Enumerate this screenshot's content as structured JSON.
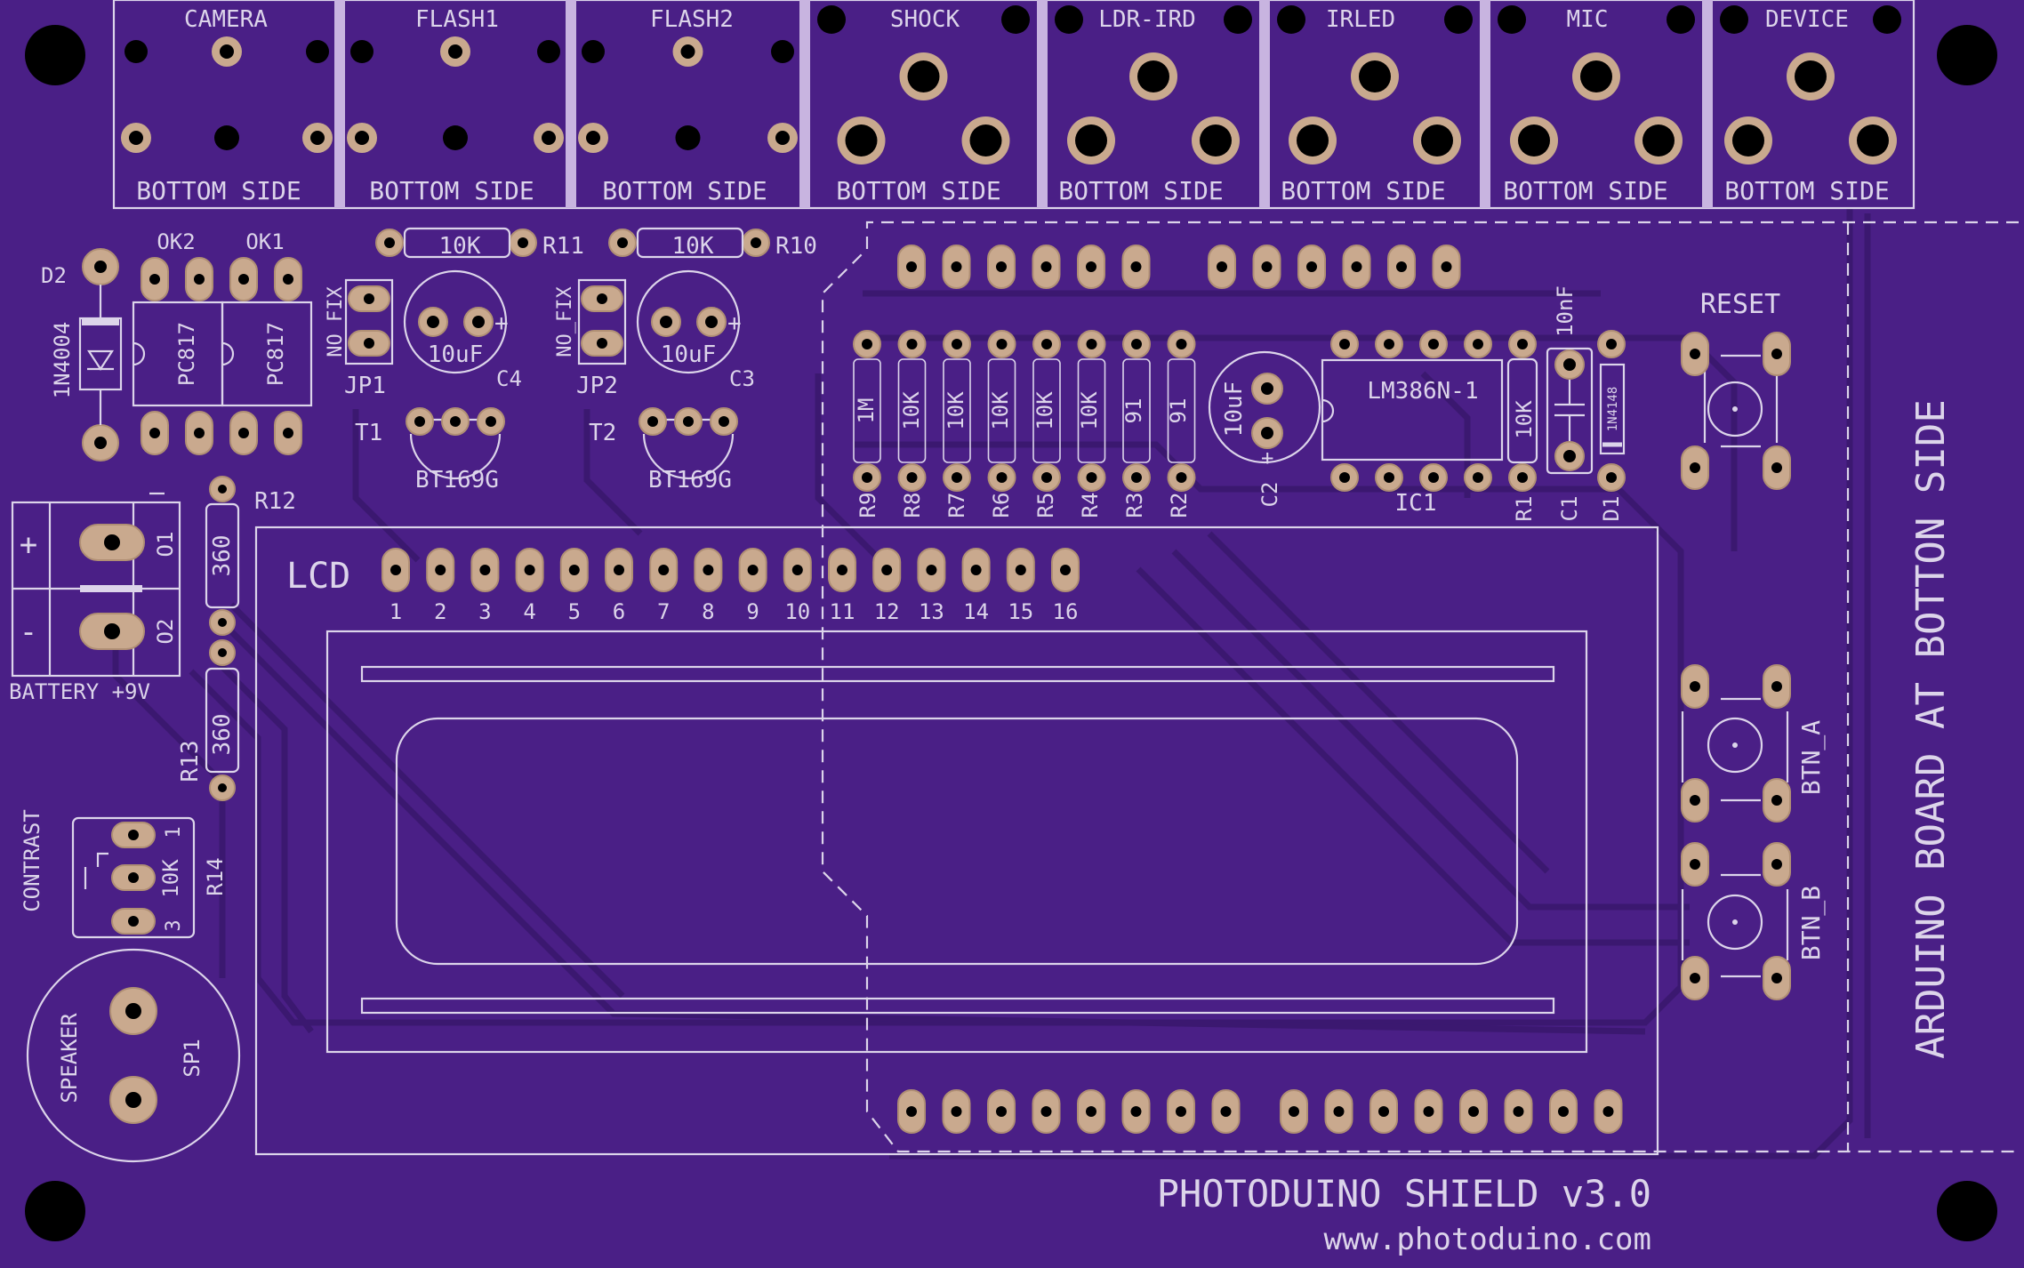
{
  "colors": {
    "board": "#4a1f86",
    "silkscreen": "#dcd4ea",
    "pad": "#c9a98e",
    "trace": "#3b1870",
    "divider": "#c8b4e0"
  },
  "connectors": [
    {
      "label": "CAMERA",
      "sub": "BOTTOM SIDE"
    },
    {
      "label": "FLASH1",
      "sub": "BOTTOM SIDE"
    },
    {
      "label": "FLASH2",
      "sub": "BOTTOM SIDE"
    },
    {
      "label": "SHOCK",
      "sub": "BOTTOM SIDE"
    },
    {
      "label": "LDR-IRD",
      "sub": "BOTTOM SIDE"
    },
    {
      "label": "IRLED",
      "sub": "BOTTOM SIDE"
    },
    {
      "label": "MIC",
      "sub": "BOTTOM SIDE"
    },
    {
      "label": "DEVICE",
      "sub": "BOTTOM SIDE"
    }
  ],
  "left": {
    "d2": "D2",
    "diode": "1N4004",
    "ok2": "OK2",
    "ok1": "OK1",
    "pc817a": "PC817",
    "pc817b": "PC817"
  },
  "triggers": {
    "r11_value": "10K",
    "r11_name": "R11",
    "r10_value": "10K",
    "r10_name": "R10",
    "nofix1": "NO_FIX",
    "nofix2": "NO_FIX",
    "jp1": "JP1",
    "jp2": "JP2",
    "c4_value": "10uF",
    "c4_name": "C4",
    "c3_value": "10uF",
    "c3_name": "C3",
    "plus": "+",
    "t1": "T1",
    "t2": "T2",
    "bt1": "BT169G",
    "bt2": "BT169G"
  },
  "resistors": [
    {
      "value": "1M",
      "name": "R9"
    },
    {
      "value": "10K",
      "name": "R8"
    },
    {
      "value": "10K",
      "name": "R7"
    },
    {
      "value": "10K",
      "name": "R6"
    },
    {
      "value": "10K",
      "name": "R5"
    },
    {
      "value": "10K",
      "name": "R4"
    },
    {
      "value": "91",
      "name": "R3"
    },
    {
      "value": "91",
      "name": "R2"
    }
  ],
  "audio": {
    "c2_value": "10uF",
    "c2_name": "C2",
    "ic": "LM386N-1",
    "ic_name": "IC1",
    "r1_value": "10K",
    "r1_name": "R1",
    "c1_value": "10nF",
    "c1_name": "C1",
    "d1_value": "1N4148",
    "d1_name": "D1"
  },
  "battery": {
    "plus": "+",
    "minus": "-",
    "o1": "O1",
    "o2": "O2",
    "label": "BATTERY +9V",
    "r12_name": "R12",
    "r12_value": "360",
    "r13_name": "R13",
    "r13_value": "360"
  },
  "contrast": {
    "label": "CONTRAST",
    "value": "10K",
    "name": "R14",
    "pin1": "1",
    "pin3": "3"
  },
  "speaker": {
    "label": "SPEAKER",
    "name": "SP1"
  },
  "lcd": {
    "label": "LCD",
    "pins": [
      "1",
      "2",
      "3",
      "4",
      "5",
      "6",
      "7",
      "8",
      "9",
      "10",
      "11",
      "12",
      "13",
      "14",
      "15",
      "16"
    ]
  },
  "buttons": {
    "reset": "RESET",
    "a": "BTN_A",
    "b": "BTN_B"
  },
  "arduino_note": "ARDUINO BOARD AT BOTTON SIDE",
  "title": "PHOTODUINO SHIELD v3.0",
  "url": "www.photoduino.com"
}
